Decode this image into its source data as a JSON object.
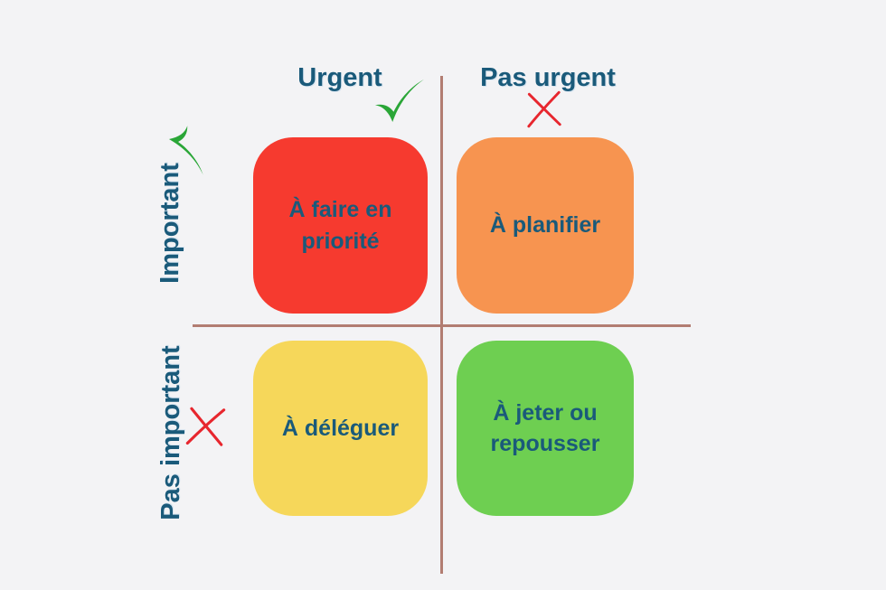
{
  "colors": {
    "bg": "#f3f3f5",
    "ink": "#1a5a7a",
    "axis": "#b27d72",
    "check": "#2aa637",
    "cross": "#e7262e",
    "q-red": "#f63a2f",
    "q-orange": "#f79450",
    "q-yellow": "#f6d75a",
    "q-green": "#6ecf51"
  },
  "axes": {
    "columns": [
      {
        "label": "Urgent",
        "mark": "check-icon"
      },
      {
        "label": "Pas urgent",
        "mark": "cross-icon"
      }
    ],
    "rows": [
      {
        "label": "Important",
        "mark": "check-icon"
      },
      {
        "label": "Pas important",
        "mark": "cross-icon"
      }
    ]
  },
  "quadrants": [
    {
      "label": "À faire en priorité",
      "tone": "red",
      "row": "Important",
      "column": "Urgent"
    },
    {
      "label": "À planifier",
      "tone": "orange",
      "row": "Important",
      "column": "Pas urgent"
    },
    {
      "label": "À déléguer",
      "tone": "yellow",
      "row": "Pas important",
      "column": "Urgent"
    },
    {
      "label": "À jeter ou repousser",
      "tone": "green",
      "row": "Pas important",
      "column": "Pas urgent"
    }
  ]
}
